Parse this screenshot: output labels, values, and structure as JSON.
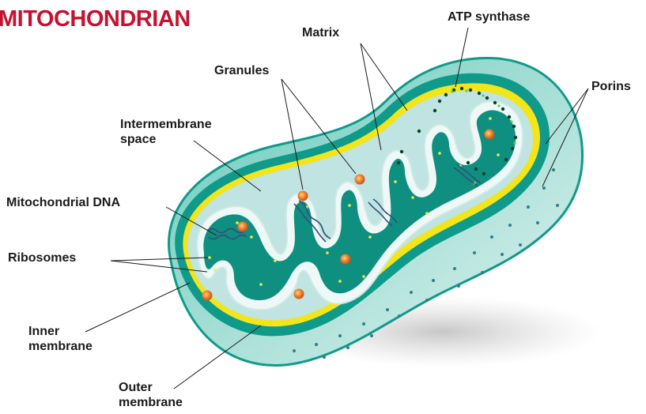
{
  "title": "MITOCHONDRIAN",
  "colors": {
    "title": "#c4122f",
    "outer_membrane": "#0f9a8a",
    "intermembrane_space": "#bfe4e2",
    "inner_membrane": "#eef8f6",
    "matrix": "#0f8f80",
    "membrane_edge": "#f2e51c",
    "granules": "#f07f2e",
    "ribosomes": "#e8f04a",
    "dna": "#33507a"
  },
  "labels": {
    "matrix": "Matrix",
    "atp_synthase": "ATP synthase",
    "granules": "Granules",
    "porins": "Porins",
    "intermembrane_line1": "Intermembrane",
    "intermembrane_line2": "space",
    "mito_dna": "Mitochondrial DNA",
    "ribosomes": "Ribosomes",
    "inner_line1": "Inner",
    "inner_line2": "membrane",
    "outer_line1": "Outer",
    "outer_line2": "membrane"
  }
}
